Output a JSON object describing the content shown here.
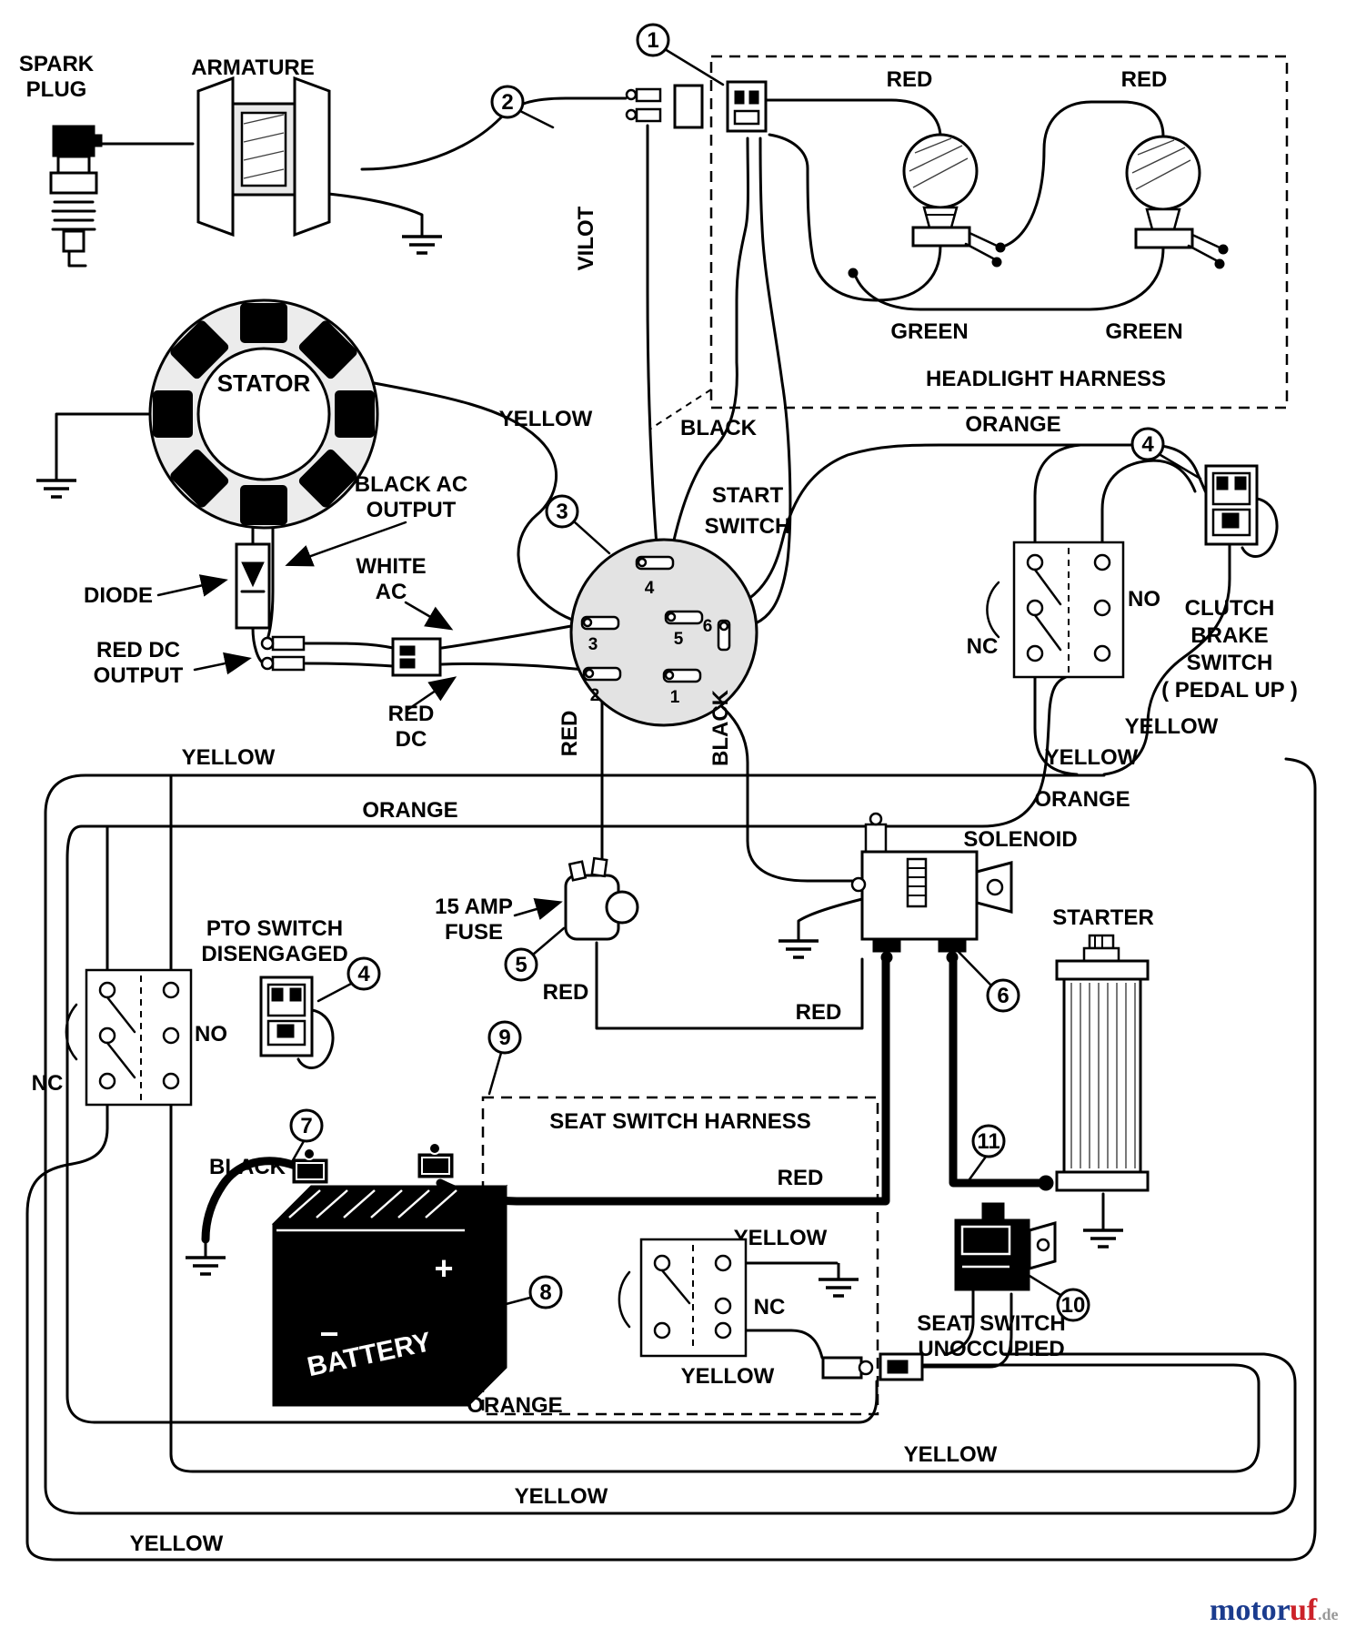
{
  "diagram": {
    "components": {
      "spark_plug_line1": "SPARK",
      "spark_plug_line2": "PLUG",
      "armature": "ARMATURE",
      "stator": "STATOR",
      "diode": "DIODE",
      "black_ac_line1": "BLACK AC",
      "black_ac_line2": "OUTPUT",
      "red_dc_output_line1": "RED DC",
      "red_dc_output_line2": "OUTPUT",
      "white_ac_line1": "WHITE",
      "white_ac_line2": "AC",
      "red_dc_line1": "RED",
      "red_dc_line2": "DC",
      "start_switch_line1": "START",
      "start_switch_line2": "SWITCH",
      "headlight_harness": "HEADLIGHT HARNESS",
      "clutch_line1": "CLUTCH",
      "clutch_line2": "BRAKE",
      "clutch_line3": "SWITCH",
      "clutch_line4": "( PEDAL UP )",
      "pto_line1": "PTO SWITCH",
      "pto_line2": "DISENGAGED",
      "fuse_line1": "15 AMP",
      "fuse_line2": "FUSE",
      "solenoid": "SOLENOID",
      "starter": "STARTER",
      "battery": "BATTERY",
      "seat_harness": "SEAT SWITCH HARNESS",
      "seat_switch_line1": "SEAT SWITCH",
      "seat_switch_line2": "UNOCCUPIED",
      "no": "NO",
      "nc": "NC",
      "plus": "+",
      "minus": "−"
    },
    "wire_labels": {
      "yellow": "YELLOW",
      "black": "BLACK",
      "orange": "ORANGE",
      "red": "RED",
      "green": "GREEN",
      "vilot": "VILOT"
    },
    "pins": [
      "1",
      "2",
      "3",
      "4",
      "5",
      "6"
    ],
    "callouts": [
      "1",
      "2",
      "3",
      "4",
      "5",
      "6",
      "7",
      "8",
      "9",
      "10",
      "11"
    ],
    "watermark": {
      "motor": "motor",
      "uf": "uf",
      "de": ".de"
    },
    "colors": {
      "line": "#000000",
      "shade": "#e3e3e3",
      "logo_blue": "#1b3c8e",
      "logo_red": "#cc2229",
      "logo_gray": "#999999"
    }
  }
}
